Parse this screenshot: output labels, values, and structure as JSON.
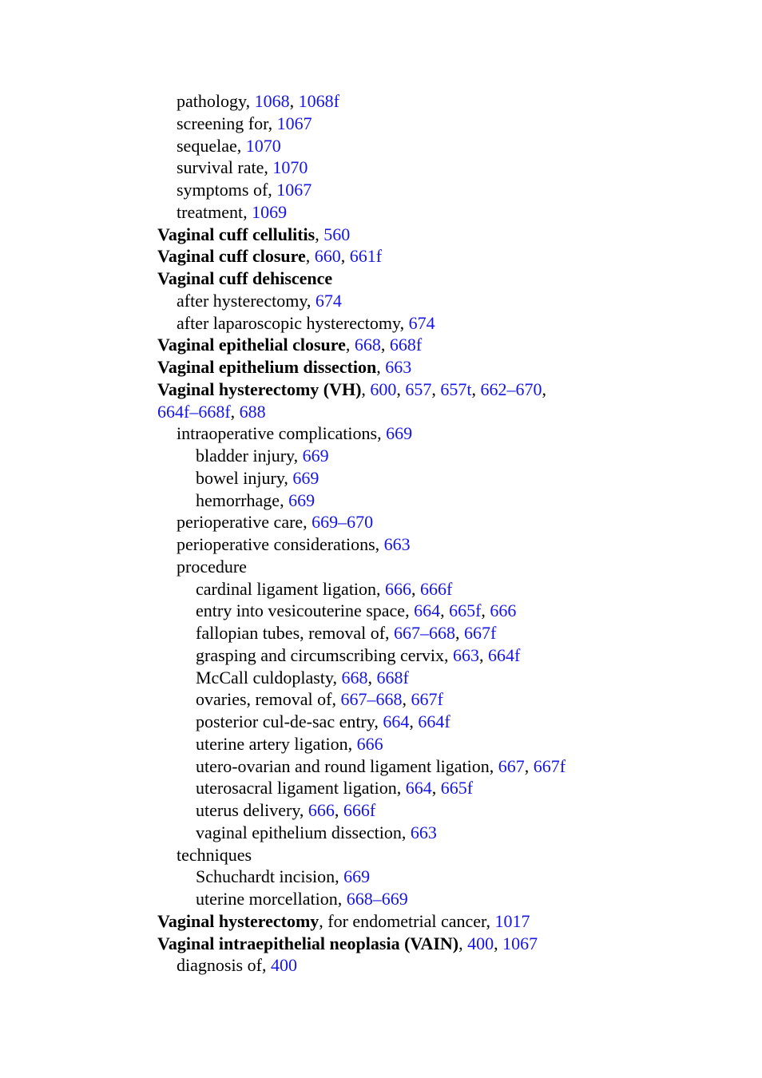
{
  "colors": {
    "text": "#000000",
    "link": "#1515e6"
  },
  "entries": [
    {
      "level": 1,
      "text": "pathology",
      "refs": [
        "1068",
        "1068f"
      ]
    },
    {
      "level": 1,
      "text": "screening for",
      "refs": [
        "1067"
      ]
    },
    {
      "level": 1,
      "text": "sequelae",
      "refs": [
        "1070"
      ]
    },
    {
      "level": 1,
      "text": "survival rate",
      "refs": [
        "1070"
      ]
    },
    {
      "level": 1,
      "text": "symptoms of",
      "refs": [
        "1067"
      ]
    },
    {
      "level": 1,
      "text": "treatment",
      "refs": [
        "1069"
      ]
    },
    {
      "level": 0,
      "bold": true,
      "text": "Vaginal cuff cellulitis",
      "refs": [
        "560"
      ]
    },
    {
      "level": 0,
      "bold": true,
      "text": "Vaginal cuff closure",
      "refs": [
        "660",
        "661f"
      ]
    },
    {
      "level": 0,
      "bold": true,
      "text": "Vaginal cuff dehiscence",
      "refs": []
    },
    {
      "level": 1,
      "text": "after hysterectomy",
      "refs": [
        "674"
      ]
    },
    {
      "level": 1,
      "text": "after laparoscopic hysterectomy",
      "refs": [
        "674"
      ]
    },
    {
      "level": 0,
      "bold": true,
      "text": "Vaginal epithelial closure",
      "refs": [
        "668",
        "668f"
      ]
    },
    {
      "level": 0,
      "bold": true,
      "text": "Vaginal epithelium dissection",
      "refs": [
        "663"
      ]
    },
    {
      "level": 0,
      "bold": true,
      "text": "Vaginal hysterectomy (VH)",
      "refs": [
        "600",
        "657",
        "657t",
        "662–670"
      ],
      "trailing_comma": true
    },
    {
      "level": 0,
      "continuation": true,
      "refs": [
        "664f–668f",
        "688"
      ]
    },
    {
      "level": 1,
      "text": "intraoperative complications",
      "refs": [
        "669"
      ]
    },
    {
      "level": 2,
      "text": "bladder injury",
      "refs": [
        "669"
      ]
    },
    {
      "level": 2,
      "text": "bowel injury",
      "refs": [
        "669"
      ]
    },
    {
      "level": 2,
      "text": "hemorrhage",
      "refs": [
        "669"
      ]
    },
    {
      "level": 1,
      "text": "perioperative care",
      "refs": [
        "669–670"
      ]
    },
    {
      "level": 1,
      "text": "perioperative considerations",
      "refs": [
        "663"
      ]
    },
    {
      "level": 1,
      "text": "procedure",
      "refs": []
    },
    {
      "level": 2,
      "text": "cardinal ligament ligation",
      "refs": [
        "666",
        "666f"
      ]
    },
    {
      "level": 2,
      "text": "entry into vesicouterine space",
      "refs": [
        "664",
        "665f",
        "666"
      ]
    },
    {
      "level": 2,
      "text": "fallopian tubes, removal of",
      "refs": [
        "667–668",
        "667f"
      ]
    },
    {
      "level": 2,
      "text": "grasping and circumscribing cervix",
      "refs": [
        "663",
        "664f"
      ]
    },
    {
      "level": 2,
      "text": "McCall culdoplasty",
      "refs": [
        "668",
        "668f"
      ]
    },
    {
      "level": 2,
      "text": "ovaries, removal of",
      "refs": [
        "667–668",
        "667f"
      ]
    },
    {
      "level": 2,
      "text": "posterior cul-de-sac entry",
      "refs": [
        "664",
        "664f"
      ]
    },
    {
      "level": 2,
      "text": "uterine artery ligation",
      "refs": [
        "666"
      ]
    },
    {
      "level": 2,
      "text": "utero-ovarian and round ligament ligation",
      "refs": [
        "667",
        "667f"
      ]
    },
    {
      "level": 2,
      "text": "uterosacral ligament ligation",
      "refs": [
        "664",
        "665f"
      ]
    },
    {
      "level": 2,
      "text": "uterus delivery",
      "refs": [
        "666",
        "666f"
      ]
    },
    {
      "level": 2,
      "text": "vaginal epithelium dissection",
      "refs": [
        "663"
      ]
    },
    {
      "level": 1,
      "text": "techniques",
      "refs": []
    },
    {
      "level": 2,
      "text": "Schuchardt incision",
      "refs": [
        "669"
      ]
    },
    {
      "level": 2,
      "text": "uterine morcellation",
      "refs": [
        "668–669"
      ]
    },
    {
      "level": 0,
      "bold": true,
      "text": "Vaginal hysterectomy",
      "suffix": "for endometrial cancer",
      "refs": [
        "1017"
      ]
    },
    {
      "level": 0,
      "bold": true,
      "text": "Vaginal intraepithelial neoplasia (VAIN)",
      "refs": [
        "400",
        "1067"
      ]
    },
    {
      "level": 1,
      "text": "diagnosis of",
      "refs": [
        "400"
      ]
    }
  ]
}
